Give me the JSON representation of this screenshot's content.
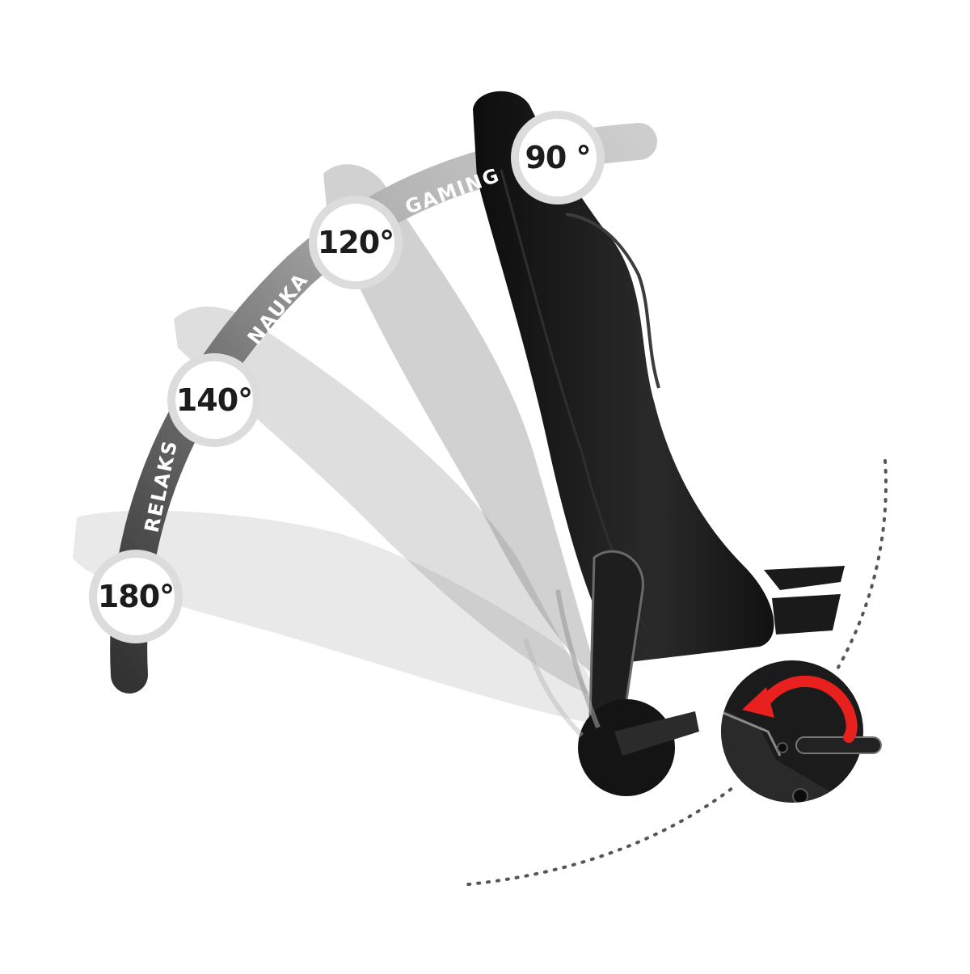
{
  "modes": {
    "gaming": "GAMING",
    "nauka": "NAUKA",
    "relaks": "RELAKS"
  },
  "angles": {
    "a90": "90 °",
    "a120": "120°",
    "a140": "140°",
    "a180": "180°"
  },
  "colors": {
    "arc_dark": "#3a3a3a",
    "arc_mid": "#8e8e8e",
    "arc_light": "#c9c9c9",
    "badge_ring": "#dcdcdc",
    "badge_fill": "#ffffff",
    "chair": "#151515",
    "arrow": "#e8201e"
  }
}
